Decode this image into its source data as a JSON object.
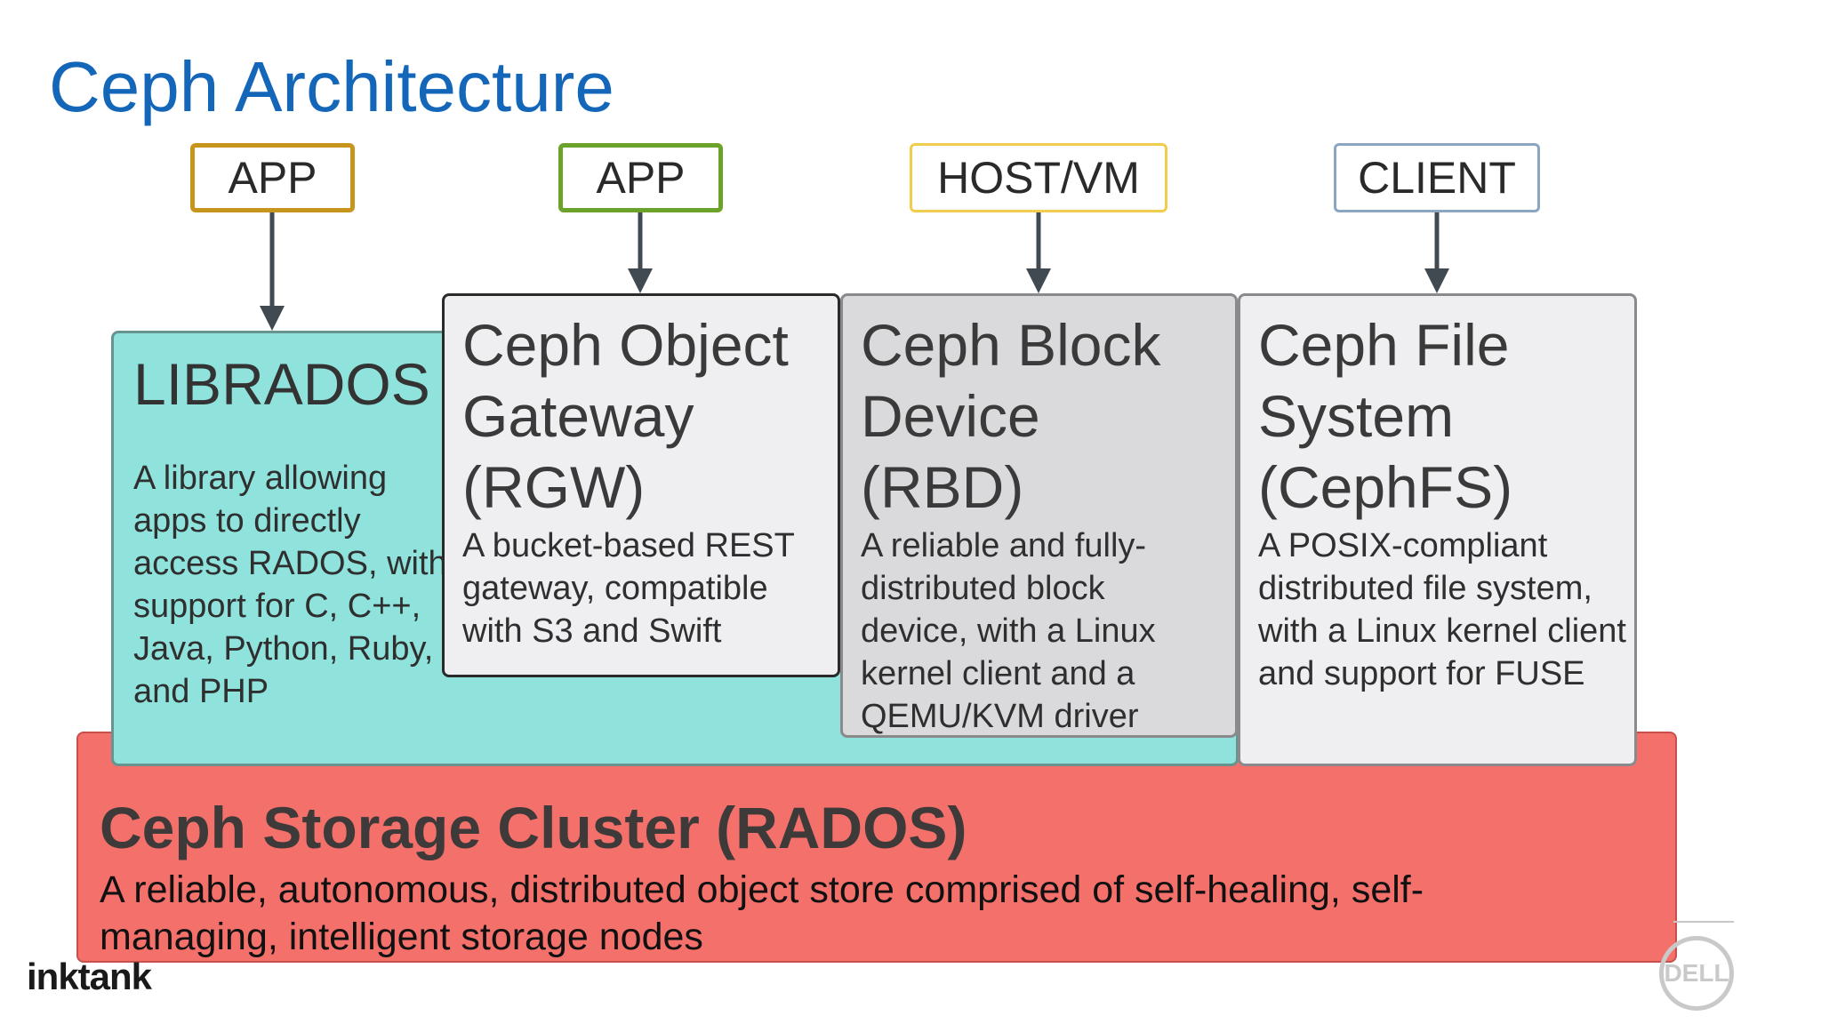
{
  "title": "Ceph Architecture",
  "top_boxes": [
    {
      "label": "APP",
      "border_color": "#c8951c"
    },
    {
      "label": "APP",
      "border_color": "#6aa22a"
    },
    {
      "label": "HOST/VM",
      "border_color": "#f0cd4e"
    },
    {
      "label": "CLIENT",
      "border_color": "#8aa6c2"
    }
  ],
  "librados": {
    "title": "LIBRADOS",
    "description": "A library allowing apps to directly access RADOS, with support for C, C++, Java, Python, Ruby, and PHP",
    "color": "#8fe3dc"
  },
  "rgw": {
    "title": "Ceph Object Gateway (RGW)",
    "description": "A bucket-based REST gateway, compatible with S3 and Swift"
  },
  "rbd": {
    "title": "Ceph Block Device (RBD)",
    "description": "A reliable and fully-distributed block device, with a Linux kernel client and a QEMU/KVM driver"
  },
  "cephfs": {
    "title": "Ceph File System (CephFS)",
    "description": "A POSIX-compliant distributed file system, with a Linux kernel client and support for FUSE"
  },
  "rados": {
    "title": "Ceph Storage Cluster (RADOS)",
    "description": "A reliable, autonomous, distributed object store comprised of self-healing, self-managing, intelligent storage nodes",
    "color": "#f4706a"
  },
  "footer": {
    "left_logo": "inktank",
    "right_logo": "DELL"
  }
}
